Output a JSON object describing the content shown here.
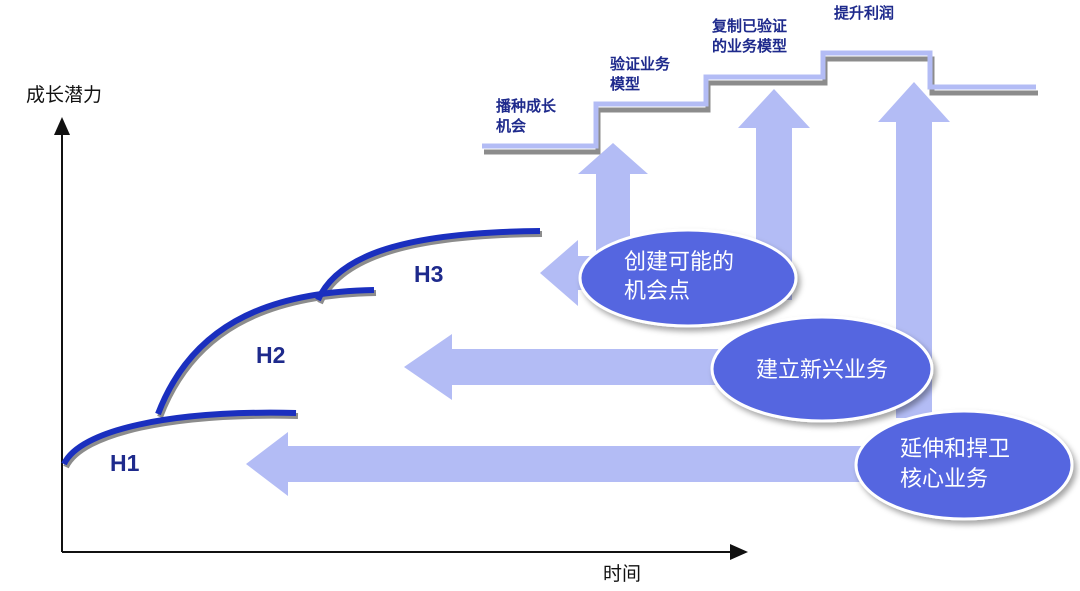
{
  "axes": {
    "y_label": "成长潜力",
    "x_label": "时间"
  },
  "horizons": [
    {
      "label": "H1"
    },
    {
      "label": "H2"
    },
    {
      "label": "H3"
    }
  ],
  "steps": [
    {
      "line1": "播种成长",
      "line2": "机会"
    },
    {
      "line1": "验证业务",
      "line2": "模型"
    },
    {
      "line1": "复制已验证",
      "line2": "的业务模型"
    },
    {
      "line1": "提升利润",
      "line2": ""
    }
  ],
  "ellipses": [
    {
      "line1": "创建可能的",
      "line2": "机会点"
    },
    {
      "line1": "建立新兴业务",
      "line2": ""
    },
    {
      "line1": "延伸和捍卫",
      "line2": "核心业务"
    }
  ],
  "colors": {
    "curve": "#1a2fbf",
    "curve_shadow": "#8c8c8c",
    "arrow_fill": "#b3bcf5",
    "ellipse_fill": "#5566e0",
    "ellipse_stroke": "#ffffff",
    "step_text": "#1e2a8c",
    "h_label": "#1e2a8c",
    "axis": "#111111"
  }
}
